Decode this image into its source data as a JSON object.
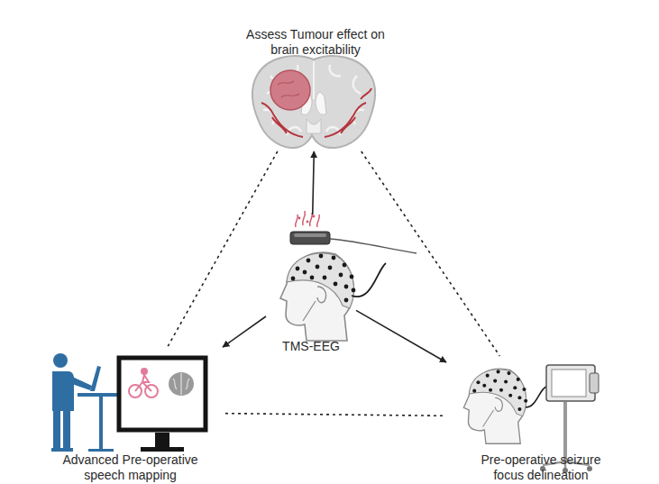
{
  "diagram": {
    "nodes": [
      {
        "text": [
          "Assess Tumour effect on brain excitability"
        ]
      },
      {
        "text": [
          "TMS-EEG"
        ]
      },
      {
        "text": [
          "Advanced Pre-operative speech mapping"
        ]
      },
      {
        "text": [
          "Pre-operative seizure focus delineation"
        ]
      }
    ],
    "edges": [
      {
        "from": 1,
        "to": 0,
        "arrow": "to"
      },
      {
        "from": 1,
        "to": 2,
        "arrow": "to"
      },
      {
        "from": 1,
        "to": 3,
        "arrow": "to"
      },
      {
        "from": 0,
        "to": 2,
        "arrow": "none"
      },
      {
        "from": 0,
        "to": 3,
        "arrow": "none"
      },
      {
        "from": 2,
        "to": 3,
        "arrow": "none"
      }
    ]
  }
}
